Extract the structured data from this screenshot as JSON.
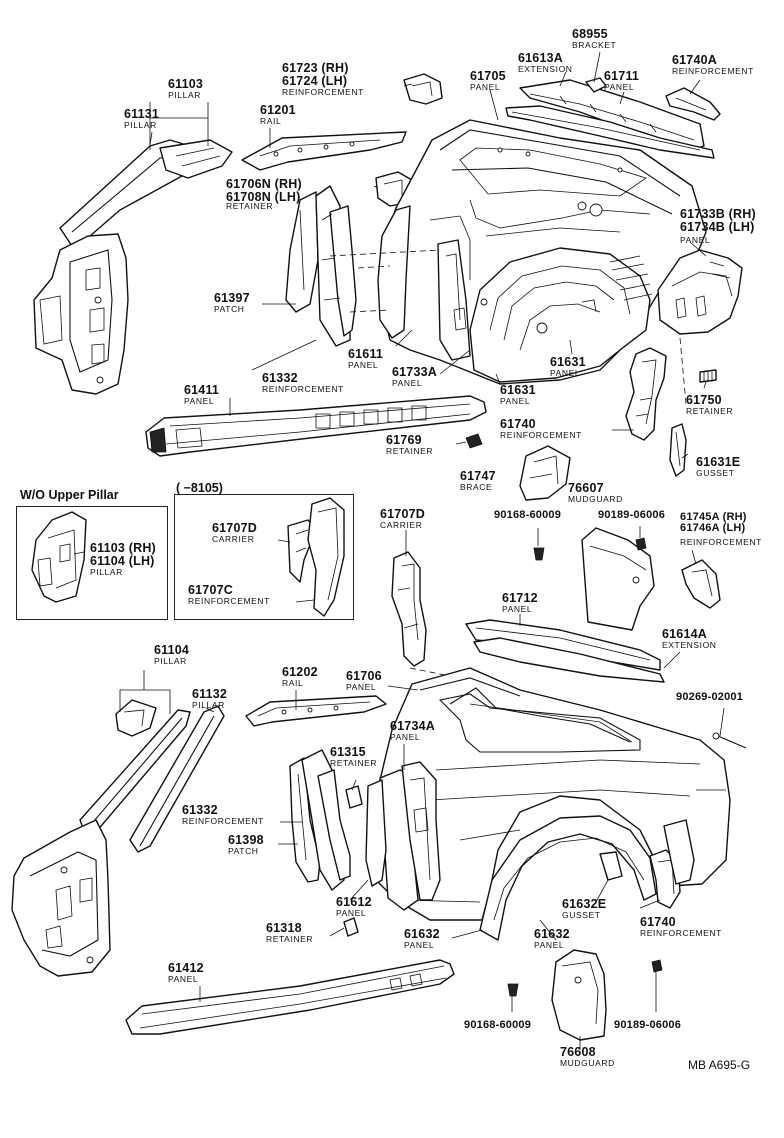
{
  "box_upper_pillar": {
    "title": "W/O Upper Pillar"
  },
  "box_date": {
    "title": "(      −8105)"
  },
  "reference_code": "MB  A695-G",
  "parts": [
    {
      "id": "p61103",
      "number": "61103",
      "name": "PILLAR"
    },
    {
      "id": "p61131",
      "number": "61131",
      "name": "PILLAR"
    },
    {
      "id": "p61723",
      "number": "61723 (RH)",
      "name": "61724 (LH)"
    },
    {
      "id": "p61723b",
      "number": "",
      "name": "REINFORCEMENT"
    },
    {
      "id": "p61201",
      "number": "61201",
      "name": "RAIL"
    },
    {
      "id": "p68955",
      "number": "68955",
      "name": "BRACKET"
    },
    {
      "id": "p61613a",
      "number": "61613A",
      "name": "EXTENSION"
    },
    {
      "id": "p61705",
      "number": "61705",
      "name": "PANEL"
    },
    {
      "id": "p61711",
      "number": "61711",
      "name": "PANEL"
    },
    {
      "id": "p61740a",
      "number": "61740A",
      "name": "REINFORCEMENT"
    },
    {
      "id": "p61706n",
      "number": "61706N (RH)",
      "name": "61708N (LH)"
    },
    {
      "id": "p61706nb",
      "number": "",
      "name": "RETAINER"
    },
    {
      "id": "p61733b",
      "number": "61733B (RH)",
      "name": "61734B (LH)"
    },
    {
      "id": "p61733bb",
      "number": "",
      "name": "PANEL"
    },
    {
      "id": "p61397",
      "number": "61397",
      "name": "PATCH"
    },
    {
      "id": "p61611",
      "number": "61611",
      "name": "PANEL"
    },
    {
      "id": "p61332a",
      "number": "61332",
      "name": "REINFORCEMENT"
    },
    {
      "id": "p61733a",
      "number": "61733A",
      "name": "PANEL"
    },
    {
      "id": "p61631a",
      "number": "61631",
      "name": "PANEL"
    },
    {
      "id": "p61631b",
      "number": "61631",
      "name": "PANEL"
    },
    {
      "id": "p61411",
      "number": "61411",
      "name": "PANEL"
    },
    {
      "id": "p61750",
      "number": "61750",
      "name": "RETAINER"
    },
    {
      "id": "p61740b",
      "number": "61740",
      "name": "REINFORCEMENT"
    },
    {
      "id": "p61769",
      "number": "61769",
      "name": "RETAINER"
    },
    {
      "id": "p61631e",
      "number": "61631E",
      "name": "GUSSET"
    },
    {
      "id": "p61747",
      "number": "61747",
      "name": "BRACE"
    },
    {
      "id": "p76607",
      "number": "76607",
      "name": "MUDGUARD"
    },
    {
      "id": "p90168a",
      "number": "90168-60009",
      "name": ""
    },
    {
      "id": "p90189a",
      "number": "90189-06006",
      "name": ""
    },
    {
      "id": "p61745a",
      "number": "61745A (RH)",
      "name": "61746A (LH)"
    },
    {
      "id": "p61745ab",
      "number": "",
      "name": "REINFORCEMENT"
    },
    {
      "id": "p61103b",
      "number": "61103 (RH)",
      "name": "61104 (LH)"
    },
    {
      "id": "p61103bb",
      "number": "",
      "name": "PILLAR"
    },
    {
      "id": "p61707d",
      "number": "61707D",
      "name": "CARRIER"
    },
    {
      "id": "p61707c",
      "number": "61707C",
      "name": "REINFORCEMENT"
    },
    {
      "id": "p61707d2",
      "number": "61707D",
      "name": "CARRIER"
    },
    {
      "id": "p61712",
      "number": "61712",
      "name": "PANEL"
    },
    {
      "id": "p61614a",
      "number": "61614A",
      "name": "EXTENSION"
    },
    {
      "id": "p61104",
      "number": "61104",
      "name": "PILLAR"
    },
    {
      "id": "p61202",
      "number": "61202",
      "name": "RAIL"
    },
    {
      "id": "p61706",
      "number": "61706",
      "name": "PANEL"
    },
    {
      "id": "p90269",
      "number": "90269-02001",
      "name": ""
    },
    {
      "id": "p61132",
      "number": "61132",
      "name": "PILLAR"
    },
    {
      "id": "p61734a",
      "number": "61734A",
      "name": "PANEL"
    },
    {
      "id": "p61315",
      "number": "61315",
      "name": "RETAINER"
    },
    {
      "id": "p61332b",
      "number": "61332",
      "name": "REINFORCEMENT"
    },
    {
      "id": "p61398",
      "number": "61398",
      "name": "PATCH"
    },
    {
      "id": "p61612",
      "number": "61612",
      "name": "PANEL"
    },
    {
      "id": "p61632e",
      "number": "61632E",
      "name": "GUSSET"
    },
    {
      "id": "p61740c",
      "number": "61740",
      "name": "REINFORCEMENT"
    },
    {
      "id": "p61318",
      "number": "61318",
      "name": "RETAINER"
    },
    {
      "id": "p61632a",
      "number": "61632",
      "name": "PANEL"
    },
    {
      "id": "p61632b",
      "number": "61632",
      "name": "PANEL"
    },
    {
      "id": "p61412",
      "number": "61412",
      "name": "PANEL"
    },
    {
      "id": "p90168b",
      "number": "90168-60009",
      "name": ""
    },
    {
      "id": "p90189b",
      "number": "90189-06006",
      "name": ""
    },
    {
      "id": "p76608",
      "number": "76608",
      "name": "MUDGUARD"
    }
  ]
}
